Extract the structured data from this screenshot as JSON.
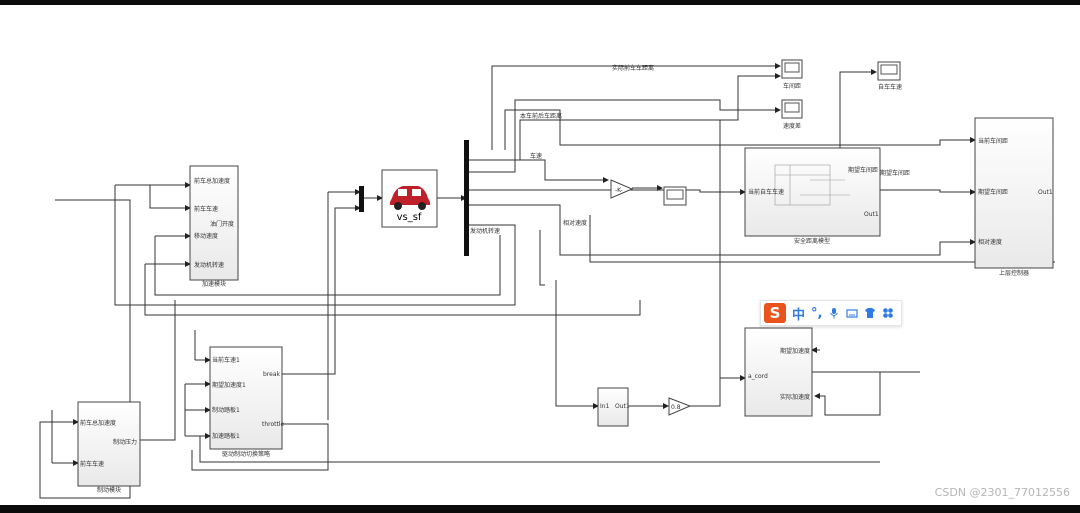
{
  "blocks": {
    "accel_module": {
      "title": "加速模块",
      "inputs": [
        "前车总加速度",
        "前车车速",
        "移动速度",
        "发动机转速"
      ],
      "inner": [
        "油门开度"
      ]
    },
    "brake_module": {
      "title": "制动模块",
      "inputs": [
        "前车总加速度",
        "前车车速"
      ],
      "inner": [
        "制动压力"
      ]
    },
    "drive_brake": {
      "title": "驱动制动切换策略",
      "inputs": [
        "当前车速1",
        "期望加速度1",
        "制动踏板1",
        "加速踏板1"
      ],
      "outputs": [
        "break",
        "throttle"
      ]
    },
    "vehicle": {
      "label": "vs_sf"
    },
    "safety_model": {
      "title": "安全距离模型",
      "inputs": [
        "当前自车车速"
      ],
      "outputs": [
        "期望车间距",
        "Out1"
      ]
    },
    "upper_controller": {
      "title": "上层控制器",
      "inputs": [
        "当前车间距",
        "期望车间距",
        "相对速度"
      ],
      "outputs": [
        "Out1"
      ]
    },
    "lower_controller": {
      "inputs": [
        "a_cord"
      ],
      "outputs": [
        "期望加速度",
        "实际加速度"
      ]
    },
    "in_out": {
      "in": "In1",
      "out": "Out1"
    },
    "gain_a": {
      "label": "-K-"
    },
    "gain_b": {
      "label": "0.8"
    },
    "scopes": [
      "车间距",
      "速度差",
      "自车车速"
    ]
  },
  "signals": [
    "实际前车车距离",
    "本车前后车距离",
    "车速",
    "相对速度",
    "发动机转速",
    "期望车间距"
  ],
  "ime_toolbar": {
    "logo": "S",
    "lang": "中",
    "punct": "°,"
  },
  "watermark": "CSDN @2301_77012556"
}
